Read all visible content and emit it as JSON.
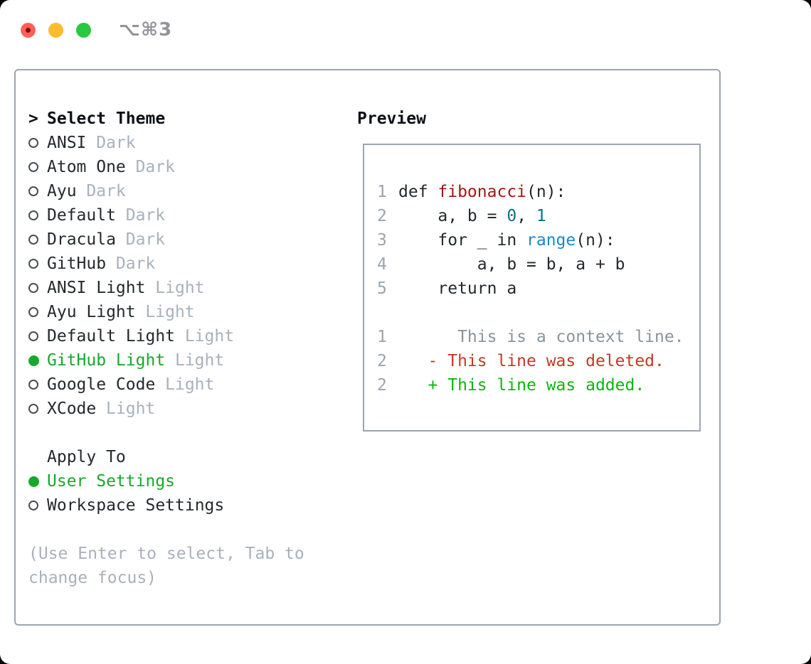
{
  "window": {
    "title": "⌥⌘3",
    "traffic_lights": [
      {
        "name": "close"
      },
      {
        "name": "minimize"
      },
      {
        "name": "zoom"
      }
    ]
  },
  "theme_panel": {
    "prompt": ">",
    "heading": "Select Theme",
    "themes": [
      {
        "name": "ANSI",
        "tag": "Dark",
        "selected": false
      },
      {
        "name": "Atom One",
        "tag": "Dark",
        "selected": false
      },
      {
        "name": "Ayu",
        "tag": "Dark",
        "selected": false
      },
      {
        "name": "Default",
        "tag": "Dark",
        "selected": false
      },
      {
        "name": "Dracula",
        "tag": "Dark",
        "selected": false
      },
      {
        "name": "GitHub",
        "tag": "Dark",
        "selected": false
      },
      {
        "name": "ANSI Light",
        "tag": "Light",
        "selected": false
      },
      {
        "name": "Ayu Light",
        "tag": "Light",
        "selected": false
      },
      {
        "name": "Default Light",
        "tag": "Light",
        "selected": false
      },
      {
        "name": "GitHub Light",
        "tag": "Light",
        "selected": true
      },
      {
        "name": "Google Code",
        "tag": "Light",
        "selected": false
      },
      {
        "name": "XCode",
        "tag": "Light",
        "selected": false
      }
    ],
    "apply_heading": "Apply To",
    "apply_options": [
      {
        "name": "User Settings",
        "selected": true
      },
      {
        "name": "Workspace Settings",
        "selected": false
      }
    ],
    "hint": "(Use Enter to select, Tab to change focus)"
  },
  "preview": {
    "heading": "Preview",
    "code_lines": [
      {
        "num": "1",
        "segments": [
          [
            "def ",
            "code-fg"
          ],
          [
            "fibonacci",
            "code-function"
          ],
          [
            "(n):",
            "code-fg"
          ]
        ]
      },
      {
        "num": "2",
        "segments": [
          [
            "    a, b = ",
            "code-fg"
          ],
          [
            "0",
            "code-number"
          ],
          [
            ", ",
            "code-fg"
          ],
          [
            "1",
            "code-number"
          ]
        ]
      },
      {
        "num": "3",
        "segments": [
          [
            "    for _ in ",
            "code-fg"
          ],
          [
            "range",
            "code-builtin"
          ],
          [
            "(n):",
            "code-fg"
          ]
        ]
      },
      {
        "num": "4",
        "segments": [
          [
            "        a, b = b, a + b",
            "code-fg"
          ]
        ]
      },
      {
        "num": "5",
        "segments": [
          [
            "    return a",
            "code-fg"
          ]
        ]
      }
    ],
    "diff_lines": [
      {
        "num": "1",
        "segments": [
          [
            "      This is a context line.",
            "diff-context"
          ]
        ]
      },
      {
        "num": "2",
        "segments": [
          [
            "   - This line was deleted.",
            "diff-deleted"
          ]
        ]
      },
      {
        "num": "2",
        "segments": [
          [
            "   + This line was added.",
            "diff-added"
          ]
        ]
      }
    ]
  },
  "colors": {
    "window-bg": "#ffffff",
    "panel-border": "#9aa5b1",
    "text-heading": "#0d1117",
    "text-dark": "#24292e",
    "text-muted": "#a8b1bc",
    "gutter": "#9aa5b1",
    "accent-green": "#17a82c",
    "marker-ring": "#474e56",
    "title-gray": "#92949a",
    "traffic-red": "#ff5f57",
    "traffic-red-dot": "#850909",
    "traffic-yellow": "#febc2e",
    "traffic-green": "#28c840",
    "code-fg": "#24292e",
    "code-function": "#a31515",
    "code-builtin": "#1a87c9",
    "code-number": "#0b7285",
    "diff-context": "#8a939d",
    "diff-deleted": "#c23a24",
    "diff-added": "#0cb512"
  }
}
